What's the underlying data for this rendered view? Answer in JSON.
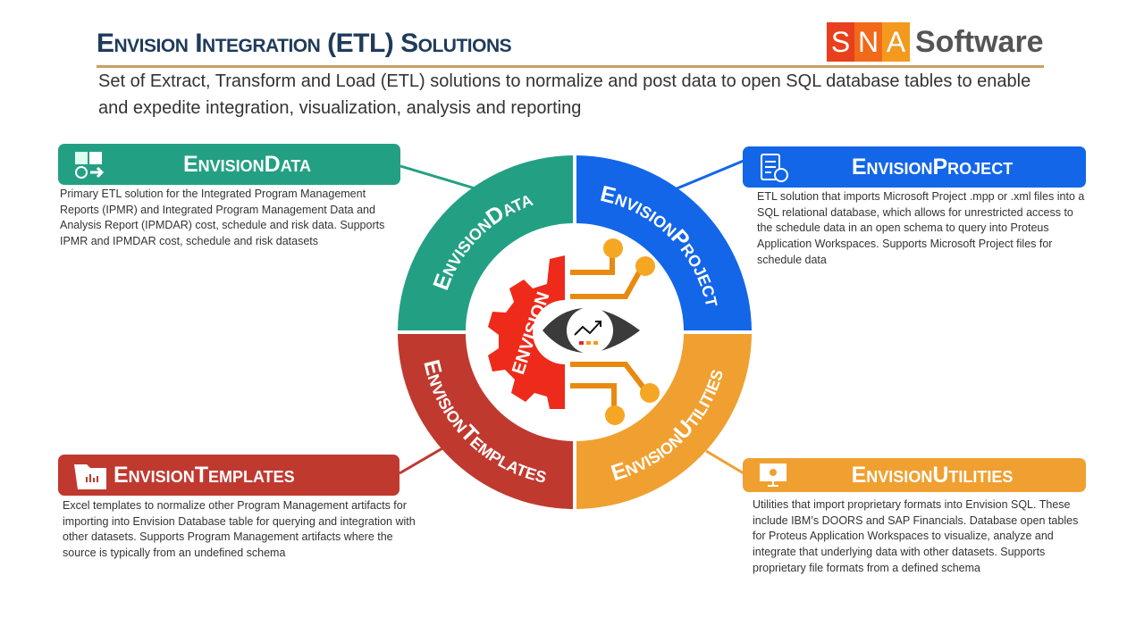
{
  "header": {
    "title": "Envision Integration (ETL) Solutions",
    "subtitle": "Set of Extract, Transform and Load (ETL) solutions to normalize and post data to open SQL database tables to enable and expedite integration, visualization, analysis and reporting",
    "logo": {
      "letters": [
        "S",
        "N",
        "A"
      ],
      "word": "Software",
      "colors": [
        "#e8401c",
        "#f06a1a",
        "#f39a1e"
      ]
    }
  },
  "center": {
    "label": "Envision",
    "gear_color": "#ee2a1b",
    "circuit_color": "#f0a020",
    "icon": "eye-trend-icon"
  },
  "products": [
    {
      "name": "EnvisionData",
      "color": "#23a083",
      "icon": "puzzle-gear-icon",
      "description": "Primary ETL solution for the Integrated Program Management Reports (IPMR) and Integrated Program Management Data and Analysis Report (IPMDAR) cost, schedule and risk data. Supports IPMR and IPMDAR cost, schedule and risk datasets"
    },
    {
      "name": "EnvisionProject",
      "color": "#1366e8",
      "icon": "clipboard-clock-icon",
      "description": "ETL solution that imports Microsoft Project .mpp or .xml files into a SQL relational database, which allows for unrestricted access to the schedule data in an open schema to query into Proteus Application Workspaces. Supports Microsoft Project files for schedule data"
    },
    {
      "name": "EnvisionTemplates",
      "color": "#c0392f",
      "icon": "folder-chart-icon",
      "description": "Excel templates to normalize other Program Management artifacts for importing into Envision Database table for querying and integration with other datasets. Supports Program Management artifacts where the source is typically from an undefined schema"
    },
    {
      "name": "EnvisionUtilities",
      "color": "#f0a030",
      "icon": "monitor-touch-icon",
      "description": "Utilities that import proprietary formats into Envision SQL. These include IBM’s DOORS and SAP Financials. Database open tables for Proteus Application Workspaces to visualize, analyze and integrate that underlying data with other datasets. Supports proprietary file formats from a defined schema"
    }
  ]
}
